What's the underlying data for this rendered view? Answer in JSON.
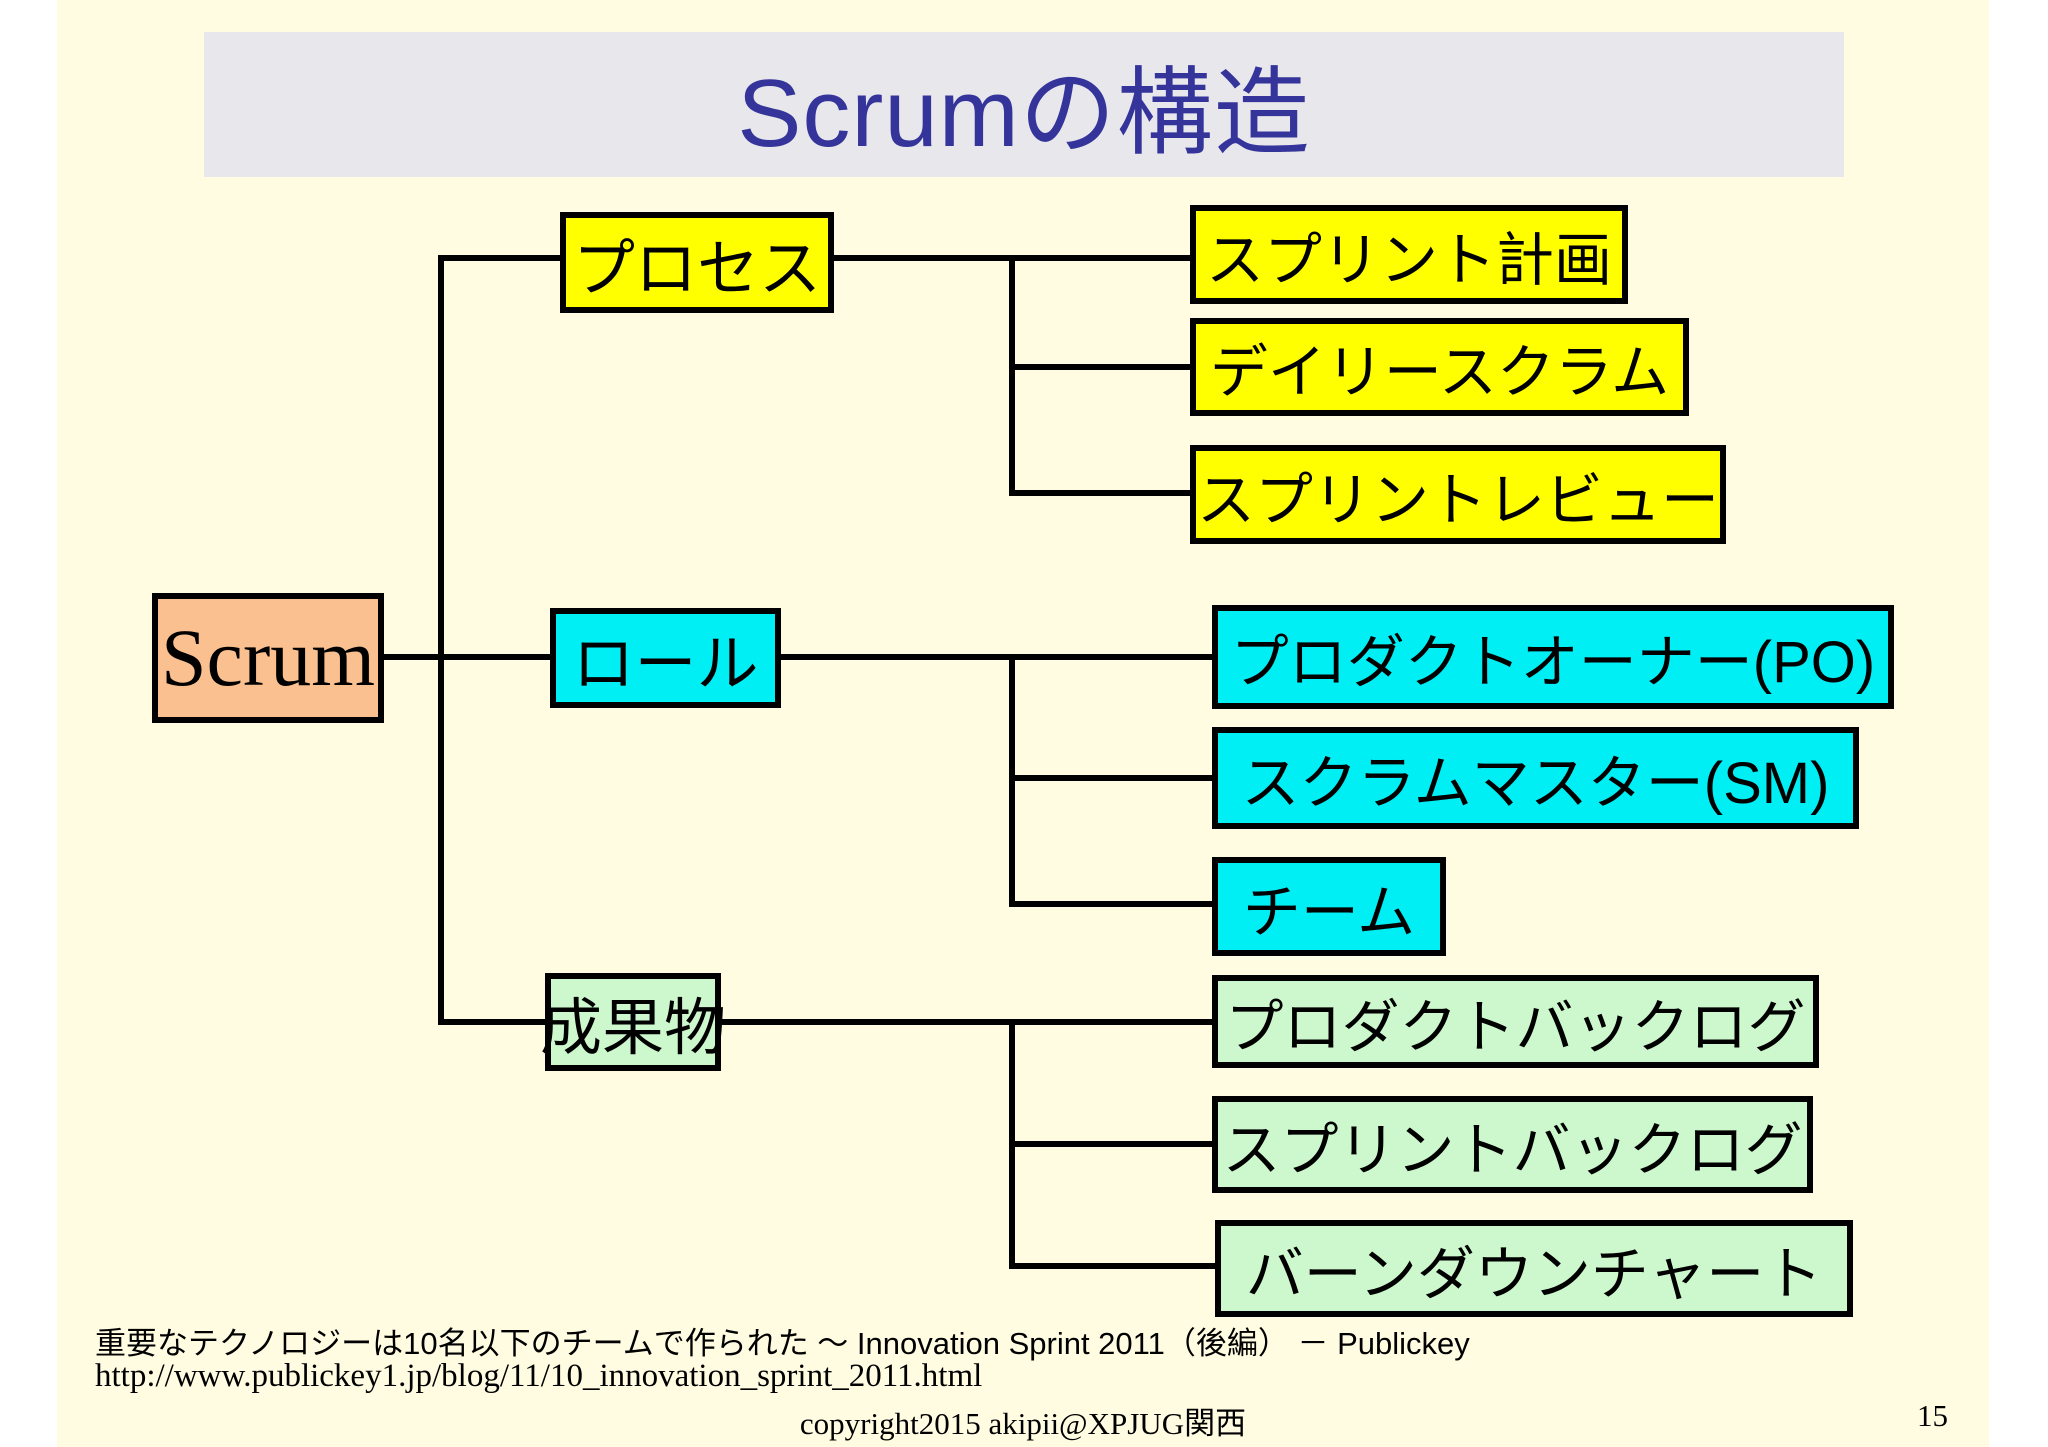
{
  "title": {
    "text": "Scrumの構造"
  },
  "tree": {
    "root_label": "Scrum",
    "branches": [
      {
        "id": "process",
        "label": "プロセス",
        "children": [
          "スプリント計画",
          "デイリースクラム",
          "スプリントレビュー"
        ]
      },
      {
        "id": "roles",
        "label": "ロール",
        "children": [
          "プロダクトオーナー(PO)",
          "スクラムマスター(SM)",
          "チーム"
        ]
      },
      {
        "id": "artifacts",
        "label": "成果物",
        "children": [
          "プロダクトバックログ",
          "スプリントバックログ",
          "バーンダウンチャート"
        ]
      }
    ]
  },
  "footer": {
    "reference": "重要なテクノロジーは10名以下のチームで作られた ～ Innovation Sprint 2011（後編） － Publickey",
    "url": "http://www.publickey1.jp/blog/11/10_innovation_sprint_2011.html",
    "copyright": "copyright2015 akipii@XPJUG関西",
    "page_number": "15"
  },
  "colors": {
    "slide_background": "#FFFCE2",
    "page_margin": "#FFFFFF",
    "title_bar": "#E8E8EC",
    "title_text": "#34349B",
    "process_fill": "#FFFF00",
    "role_fill": "#00EFF5",
    "artifact_fill": "#CDF8CD",
    "root_fill": "#FAC090",
    "border_and_lines": "#000000"
  }
}
